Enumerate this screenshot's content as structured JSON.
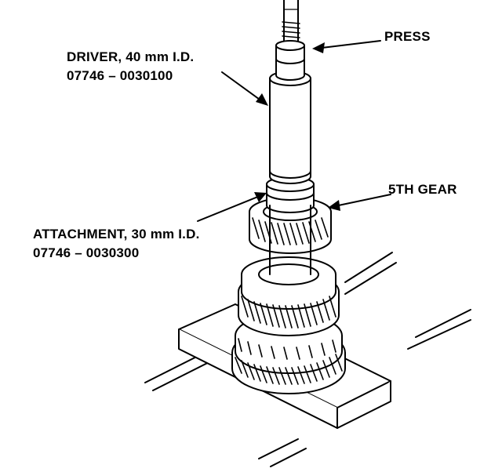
{
  "labels": {
    "press": "PRESS",
    "driver_name": "DRIVER, 40 mm I.D.",
    "driver_part": "07746 – 0030100",
    "fifth_gear": "5TH GEAR",
    "attachment_name": "ATTACHMENT, 30 mm I.D.",
    "attachment_part": "07746 – 0030300"
  }
}
